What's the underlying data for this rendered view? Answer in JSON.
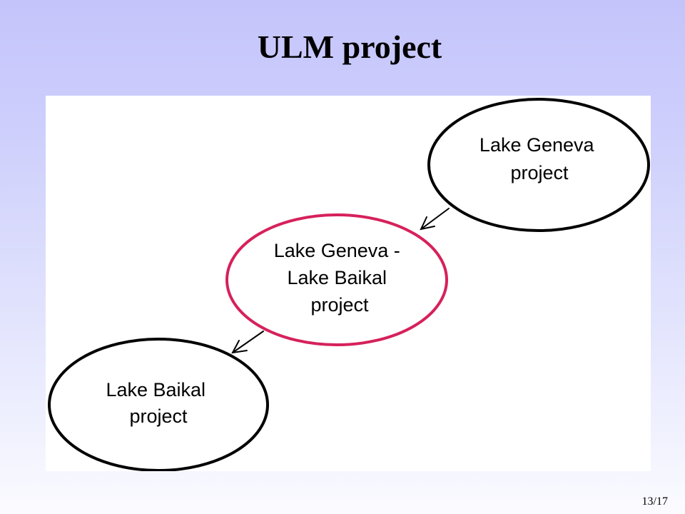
{
  "slide": {
    "title": "ULM project",
    "page_number": "13/17"
  },
  "diagram": {
    "nodes": [
      {
        "id": "geneva",
        "lines": [
          "Lake Geneva",
          "project"
        ],
        "border_color": "#000000"
      },
      {
        "id": "geneva-baikal",
        "lines": [
          "Lake Geneva -",
          "Lake Baikal",
          "project"
        ],
        "border_color": "#d6215b"
      },
      {
        "id": "baikal",
        "lines": [
          "Lake Baikal",
          "project"
        ],
        "border_color": "#000000"
      }
    ],
    "edges": [
      {
        "from": "geneva",
        "to": "geneva-baikal"
      },
      {
        "from": "geneva-baikal",
        "to": "baikal"
      }
    ]
  }
}
